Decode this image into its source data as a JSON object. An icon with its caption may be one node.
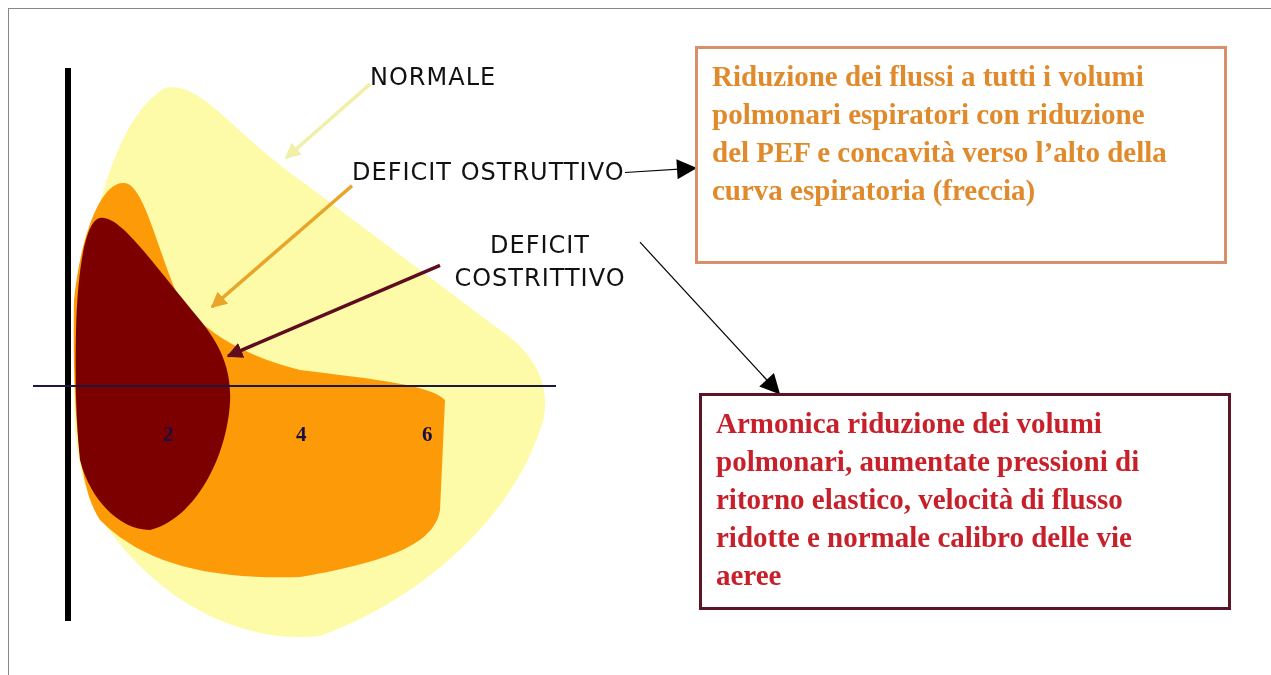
{
  "diagram": {
    "nodes": [
      {
        "text": [
          "NORMALE"
        ]
      },
      {
        "text": [
          "DEFICIT OSTRUTTIVO"
        ]
      },
      {
        "text": [
          "DEFICIT COSTRITTIVO"
        ]
      },
      {
        "text": [
          "Riduzione dei flussi a tutti i volumi polmonari espiratori con riduzione del PEF e concavità verso l’alto della curva espiratoria (freccia)"
        ]
      },
      {
        "text": [
          "Armonica riduzione dei volumi polmonari, aumentate pressioni di ritorno elastico, velocità di flusso ridotte e normale calibro delle vie aeree"
        ]
      },
      {
        "text": [],
        "shape": "blob"
      },
      {
        "text": [],
        "shape": "blob",
        "in": 5
      },
      {
        "text": [],
        "shape": "blob",
        "in": 6
      }
    ],
    "edges": [
      {
        "from": 0,
        "to": 5,
        "arrow": "to",
        "color": "#f2f0a8"
      },
      {
        "from": 1,
        "to": 6,
        "arrow": "to",
        "color": "#e8a52a"
      },
      {
        "from": 2,
        "to": 7,
        "arrow": "to",
        "color": "#5e0d1e"
      },
      {
        "from": 1,
        "to": 3,
        "arrow": "to"
      },
      {
        "from": 2,
        "to": 4,
        "arrow": "to"
      }
    ],
    "labels": [
      "2",
      "4",
      "6"
    ]
  }
}
